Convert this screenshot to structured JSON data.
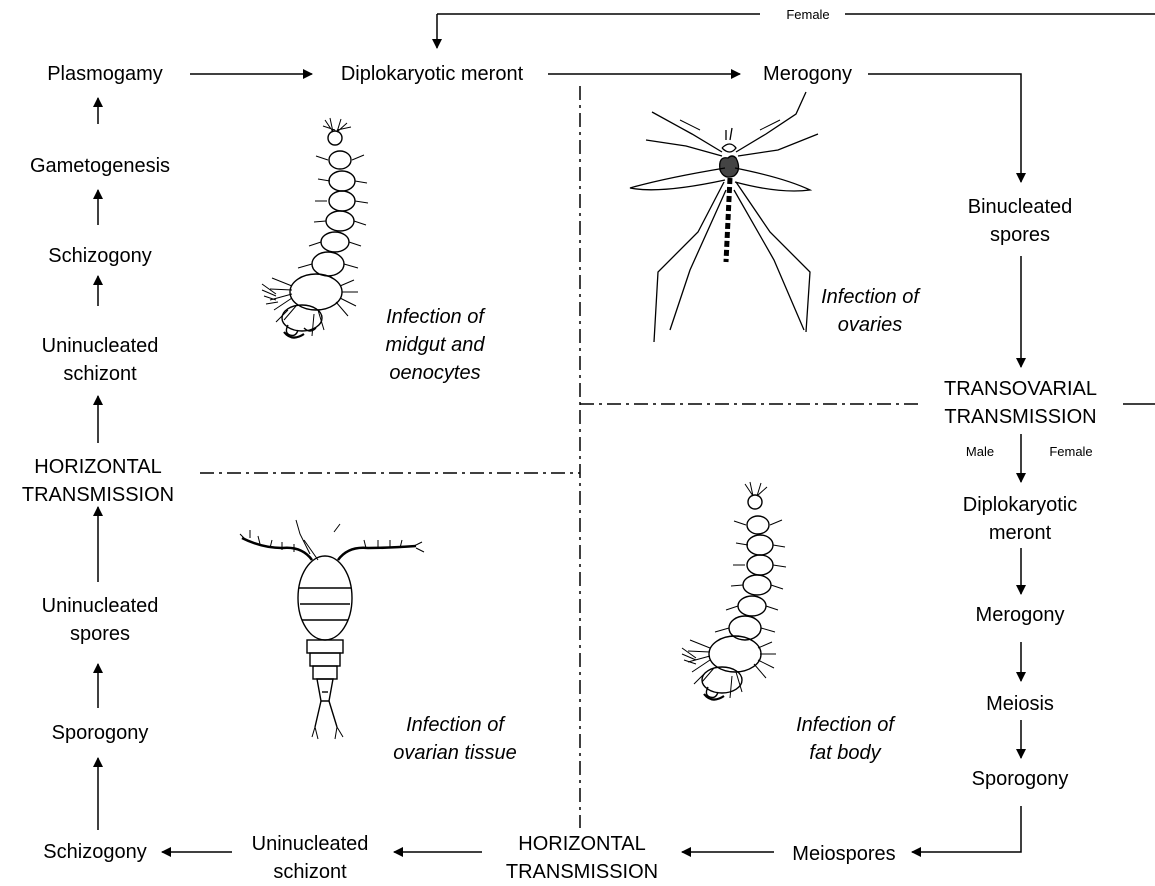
{
  "top_loop": {
    "female_label": "Female",
    "plasmogamy": "Plasmogamy",
    "diplokaryotic_meront": "Diplokaryotic meront",
    "merogony": "Merogony",
    "binucleated_spores": [
      "Binucleated",
      "spores"
    ],
    "transovarial_transmission": [
      "TRANSOVARIAL",
      "TRANSMISSION"
    ],
    "male_label": "Male",
    "female_label_2": "Female"
  },
  "left_column": {
    "gametogenesis": "Gametogenesis",
    "schizogony": "Schizogony",
    "uninucleated_schizont": [
      "Uninucleated",
      "schizont"
    ],
    "horizontal_transmission": [
      "HORIZONTAL",
      "TRANSMISSION"
    ],
    "uninucleated_spores": [
      "Uninucleated",
      "spores"
    ],
    "sporogony": "Sporogony",
    "schizogony_bottom": "Schizogony"
  },
  "right_column": {
    "diplokaryotic_meront": [
      "Diplokaryotic",
      "meront"
    ],
    "merogony": "Merogony",
    "meiosis": "Meiosis",
    "sporogony": "Sporogony",
    "meiospores": "Meiospores"
  },
  "bottom_row": {
    "uninucleated_schizont": [
      "Uninucleated",
      "schizont"
    ],
    "horizontal_transmission": [
      "HORIZONTAL",
      "TRANSMISSION"
    ]
  },
  "captions": {
    "midgut": [
      "Infection of",
      "midgut and",
      "oenocytes"
    ],
    "ovaries": [
      "Infection of",
      "ovaries"
    ],
    "ovarian_tissue": [
      "Infection of",
      "ovarian tissue"
    ],
    "fat_body": [
      "Infection of",
      "fat body"
    ]
  },
  "illustrations": {
    "larva_top": "larva-illustration",
    "mosquito": "mosquito-illustration",
    "copepod": "copepod-illustration",
    "larva_bottom": "larva-illustration"
  }
}
